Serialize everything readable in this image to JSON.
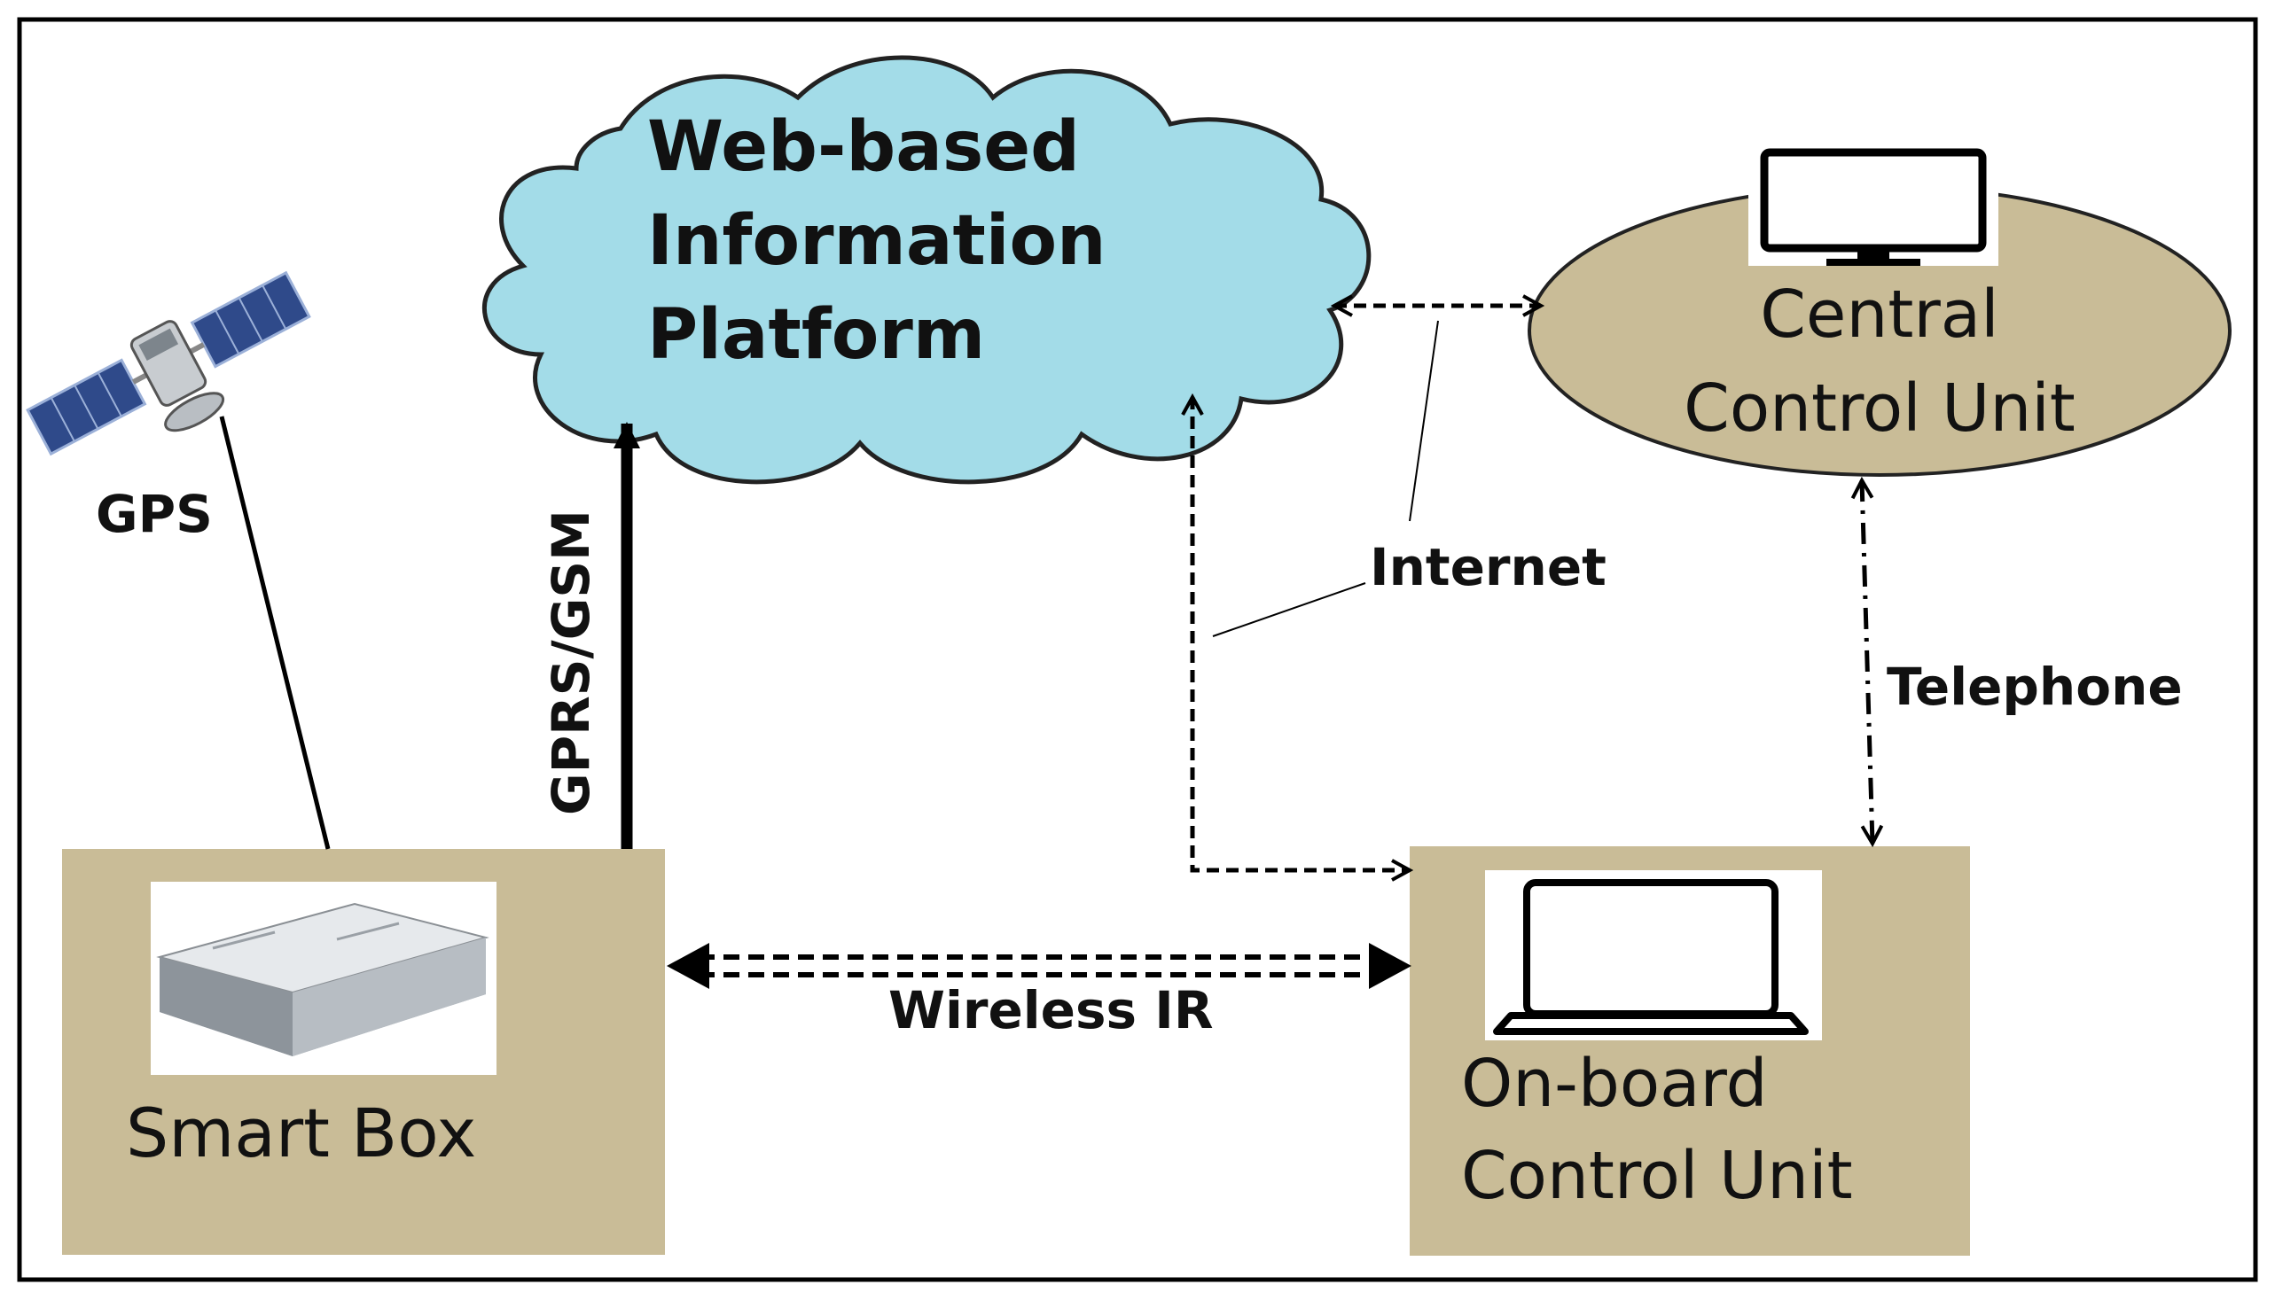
{
  "colors": {
    "box_fill": "#c9bc97",
    "cloud_fill": "#a3dce8",
    "line": "#000000",
    "background": "#ffffff"
  },
  "cloud": {
    "title_line1": "Web-based",
    "title_line2": "Information",
    "title_line3": "Platform"
  },
  "central": {
    "icon": "monitor-icon",
    "line1": "Central",
    "line2": "Control Unit"
  },
  "smartbox": {
    "icon": "device-box-icon",
    "label": "Smart Box"
  },
  "onboard": {
    "icon": "laptop-icon",
    "line1": "On-board",
    "line2": "Control Unit"
  },
  "satellite": {
    "icon": "satellite-icon"
  },
  "links": {
    "gps": "GPS",
    "gprs": "GPRS/GSM",
    "internet": "Internet",
    "telephone": "Telephone",
    "wireless": "Wireless IR"
  }
}
